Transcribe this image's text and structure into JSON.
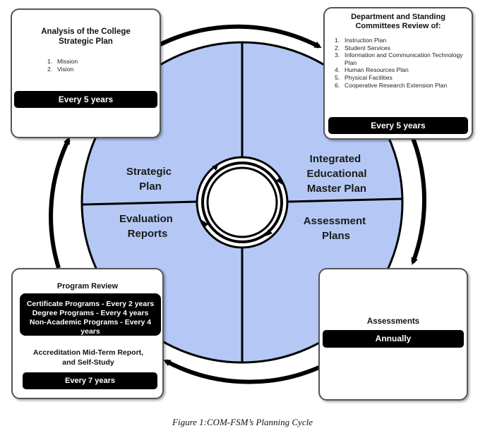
{
  "cycle": {
    "quadrants": {
      "strategic_plan": "Strategic Plan",
      "integrated_plan": "Integrated Educational Master Plan",
      "evaluation_reports": "Evaluation Reports",
      "assessment_plans": "Assessment Plans"
    },
    "fill_color": "#b5c8f5",
    "outline_color": "#000000"
  },
  "boxes": {
    "strategic_analysis": {
      "title": "Analysis of the College Strategic Plan",
      "items": [
        {
          "num": "1.",
          "text": "Mission"
        },
        {
          "num": "2.",
          "text": "Vision"
        }
      ],
      "frequency": "Every 5 years"
    },
    "committee_review": {
      "title": "Department and Standing Committees Review of:",
      "items": [
        {
          "num": "1.",
          "text": "Instruction Plan"
        },
        {
          "num": "2.",
          "text": "Student Services"
        },
        {
          "num": "3.",
          "text": "Information and Communication Technology Plan"
        },
        {
          "num": "4.",
          "text": "Human Resources Plan"
        },
        {
          "num": "5.",
          "text": "Physical Facilities"
        },
        {
          "num": "6.",
          "text": "Cooperative Research Extension Plan"
        }
      ],
      "frequency": "Every 5 years"
    },
    "assessments": {
      "title": "Assessments",
      "frequency": "Annually"
    },
    "program_review": {
      "title": "Program Review",
      "schedule": [
        "Certificate Programs - Every 2 years",
        "Degree Programs - Every 4 years",
        "Non-Academic Programs - Every 4 years"
      ],
      "accreditation": "Accreditation Mid-Term Report, and Self-Study",
      "frequency": "Every 7 years"
    }
  },
  "caption": "Figure 1:COM-FSM’s Planning Cycle"
}
